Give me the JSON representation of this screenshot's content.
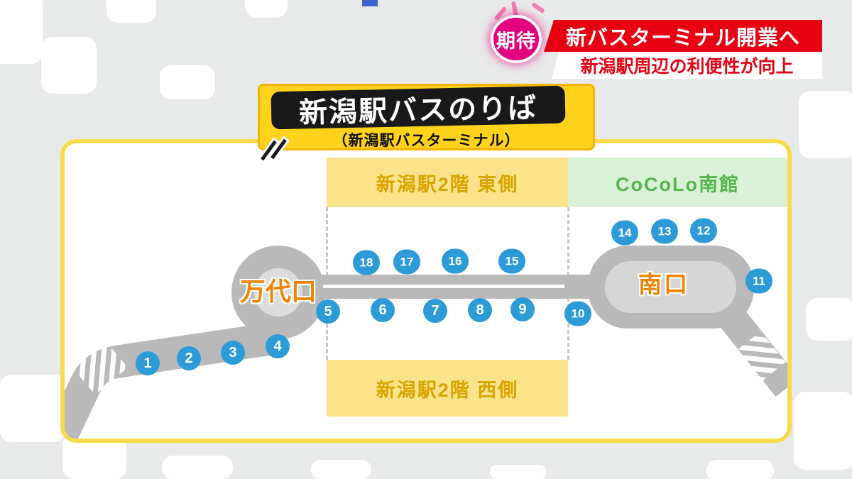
{
  "ticker": {
    "badge": "期待",
    "headline": "新バスターミナル開業へ",
    "subheadline": "新潟駅周辺の利便性が向上"
  },
  "title": {
    "main": "新潟駅バスのりば",
    "sub": "（新潟駅バスターミナル）"
  },
  "map": {
    "zones": {
      "east": "新潟駅2階 東側",
      "cocolo": "CoCoLo南館",
      "west": "新潟駅2階 西側"
    },
    "exits": {
      "bandai": "万代口",
      "south": "南口"
    },
    "stops": [
      "1",
      "2",
      "3",
      "4",
      "5",
      "6",
      "7",
      "8",
      "9",
      "10",
      "11",
      "12",
      "13",
      "14",
      "15",
      "16",
      "17",
      "18"
    ]
  },
  "colors": {
    "accent_red": "#e60012",
    "badge_pink": "#e3007f",
    "card_yellow": "#ffd21c",
    "map_border_yellow": "#f8da4d",
    "zone_yellow_bg": "#fbe38b",
    "zone_green_bg": "#d9f2d7",
    "zone_yellow_text": "#d8a400",
    "zone_green_text": "#54b54a",
    "stop_blue": "#2d9bd8",
    "road_gray": "#b9b9b9",
    "exit_orange": "#f08300"
  }
}
